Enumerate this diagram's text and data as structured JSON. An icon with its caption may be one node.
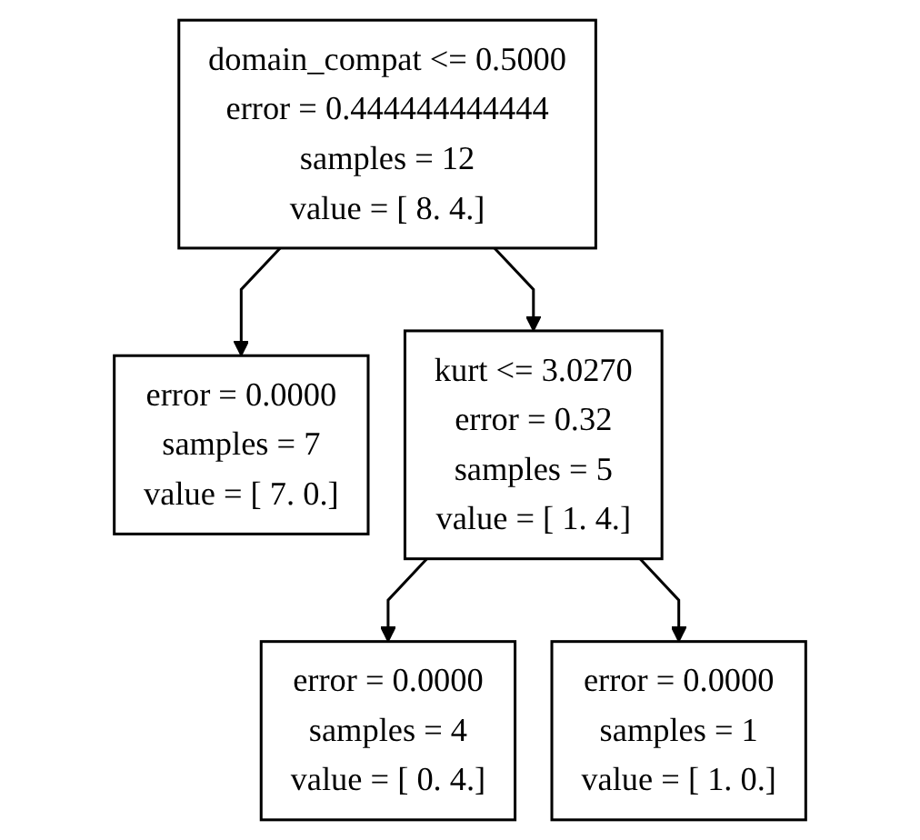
{
  "diagram": {
    "nodes": [
      {
        "text": [
          "domain_compat <= 0.5000",
          "error = 0.444444444444",
          "samples = 12",
          "value = [ 8. 4.]"
        ]
      },
      {
        "text": [
          "error = 0.0000",
          "samples = 7",
          "value = [ 7. 0.]"
        ]
      },
      {
        "text": [
          "kurt <= 3.0270",
          "error = 0.32",
          "samples = 5",
          "value = [ 1. 4.]"
        ]
      },
      {
        "text": [
          "error = 0.0000",
          "samples = 4",
          "value = [ 0. 4.]"
        ]
      },
      {
        "text": [
          "error = 0.0000",
          "samples = 1",
          "value = [ 1. 0.]"
        ]
      }
    ],
    "edges": [
      {
        "from": 0,
        "to": 1,
        "arrow": "to"
      },
      {
        "from": 0,
        "to": 2,
        "arrow": "to"
      },
      {
        "from": 2,
        "to": 3,
        "arrow": "to"
      },
      {
        "from": 2,
        "to": 4,
        "arrow": "to"
      }
    ]
  }
}
